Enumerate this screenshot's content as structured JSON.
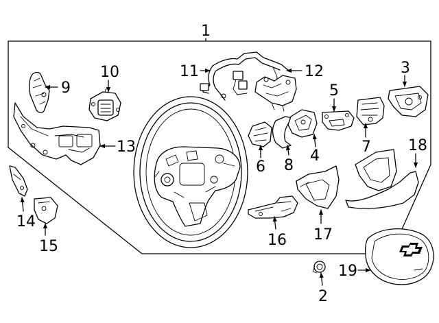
{
  "diagram": {
    "callouts": {
      "c1": "1",
      "c2": "2",
      "c3": "3",
      "c4": "4",
      "c5": "5",
      "c6": "6",
      "c7": "7",
      "c8": "8",
      "c9": "9",
      "c10": "10",
      "c11": "11",
      "c12": "12",
      "c13": "13",
      "c14": "14",
      "c15": "15",
      "c16": "16",
      "c17": "17",
      "c18": "18",
      "c19": "19"
    },
    "colors": {
      "line": "#000000",
      "background": "#ffffff"
    }
  }
}
